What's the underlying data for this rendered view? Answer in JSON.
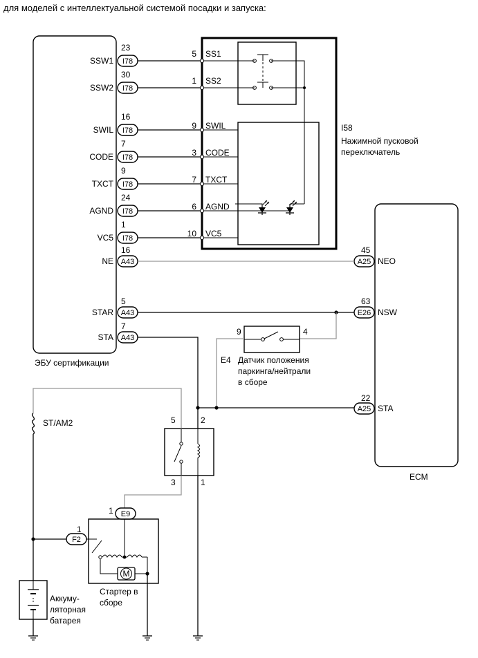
{
  "header": "для моделей с интеллектуальной системой посадки и запуска:",
  "cert_ecu": {
    "name": "ЭБУ сертификации",
    "pins": [
      {
        "label": "SSW1",
        "pin": "23",
        "connector": "I78"
      },
      {
        "label": "SSW2",
        "pin": "30",
        "connector": "I78"
      },
      {
        "label": "SWIL",
        "pin": "16",
        "connector": "I78"
      },
      {
        "label": "CODE",
        "pin": "7",
        "connector": "I78"
      },
      {
        "label": "TXCT",
        "pin": "9",
        "connector": "I78"
      },
      {
        "label": "AGND",
        "pin": "24",
        "connector": "I78"
      },
      {
        "label": "VC5",
        "pin": "1",
        "connector": "I78"
      },
      {
        "label": "NE",
        "pin": "16",
        "connector": "A43"
      },
      {
        "label": "STAR",
        "pin": "5",
        "connector": "A43"
      },
      {
        "label": "STA",
        "pin": "7",
        "connector": "A43"
      }
    ]
  },
  "start_switch": {
    "code": "I58",
    "name_line1": "Нажимной пусковой",
    "name_line2": "переключатель",
    "pins": [
      {
        "label": "SS1",
        "pin": "5"
      },
      {
        "label": "SS2",
        "pin": "1"
      },
      {
        "label": "SWIL",
        "pin": "9"
      },
      {
        "label": "CODE",
        "pin": "3"
      },
      {
        "label": "TXCT",
        "pin": "7"
      },
      {
        "label": "AGND",
        "pin": "6"
      },
      {
        "label": "VC5",
        "pin": "10"
      }
    ]
  },
  "ecm": {
    "name": "ECM",
    "pins": [
      {
        "label": "NEO",
        "pin": "45",
        "connector": "A25"
      },
      {
        "label": "NSW",
        "pin": "63",
        "connector": "E26"
      },
      {
        "label": "STA",
        "pin": "22",
        "connector": "A25"
      }
    ]
  },
  "park_neutral_switch": {
    "code": "E4",
    "name_line1": "Датчик положения",
    "name_line2": "паркинга/нейтрали",
    "name_line3": "в сборе",
    "pin_left": "9",
    "pin_right": "4"
  },
  "relay": {
    "pin_5": "5",
    "pin_2": "2",
    "pin_3": "3",
    "pin_1": "1"
  },
  "fuse": {
    "name": "ST/AM2"
  },
  "starter": {
    "name_line1": "Стартер в",
    "name_line2": "сборе",
    "conn_e9": "E9",
    "pin_e9": "1",
    "conn_f2": "F2",
    "pin_f2": "1",
    "motor": "M"
  },
  "battery": {
    "name_line1": "Аккуму-",
    "name_line2": "ляторная",
    "name_line3": "батарея"
  }
}
